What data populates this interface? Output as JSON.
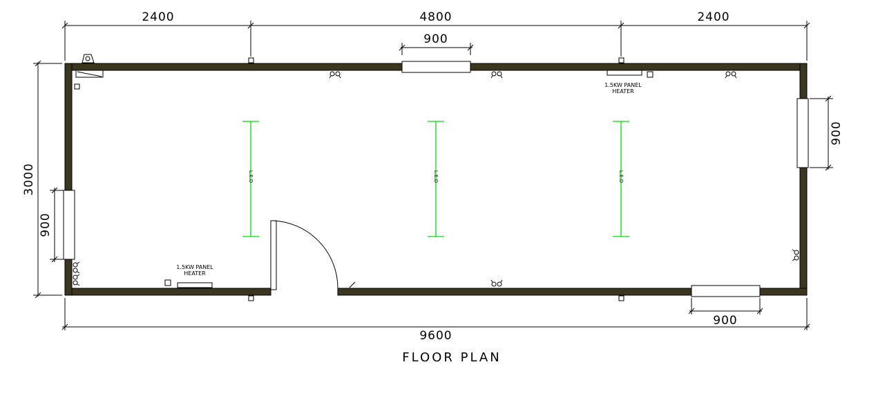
{
  "title": "FLOOR PLAN",
  "dimensions": {
    "top_left": "2400",
    "top_middle": "4800",
    "top_right": "2400",
    "top_window": "900",
    "left_height": "3000",
    "left_window": "900",
    "right_window": "900",
    "bottom_total": "9600",
    "bottom_window": "900"
  },
  "heaters": {
    "top_label_1": "1.5KW PANEL",
    "top_label_2": "HEATER",
    "bottom_label_1": "1.5KW PANEL",
    "bottom_label_2": "HEATER"
  },
  "lights": {
    "led_1": "L.E.D",
    "led_2": "L.E.D",
    "led_3": "L.E.D"
  },
  "colors": {
    "wall": "#3b3620",
    "led": "#00e000"
  }
}
